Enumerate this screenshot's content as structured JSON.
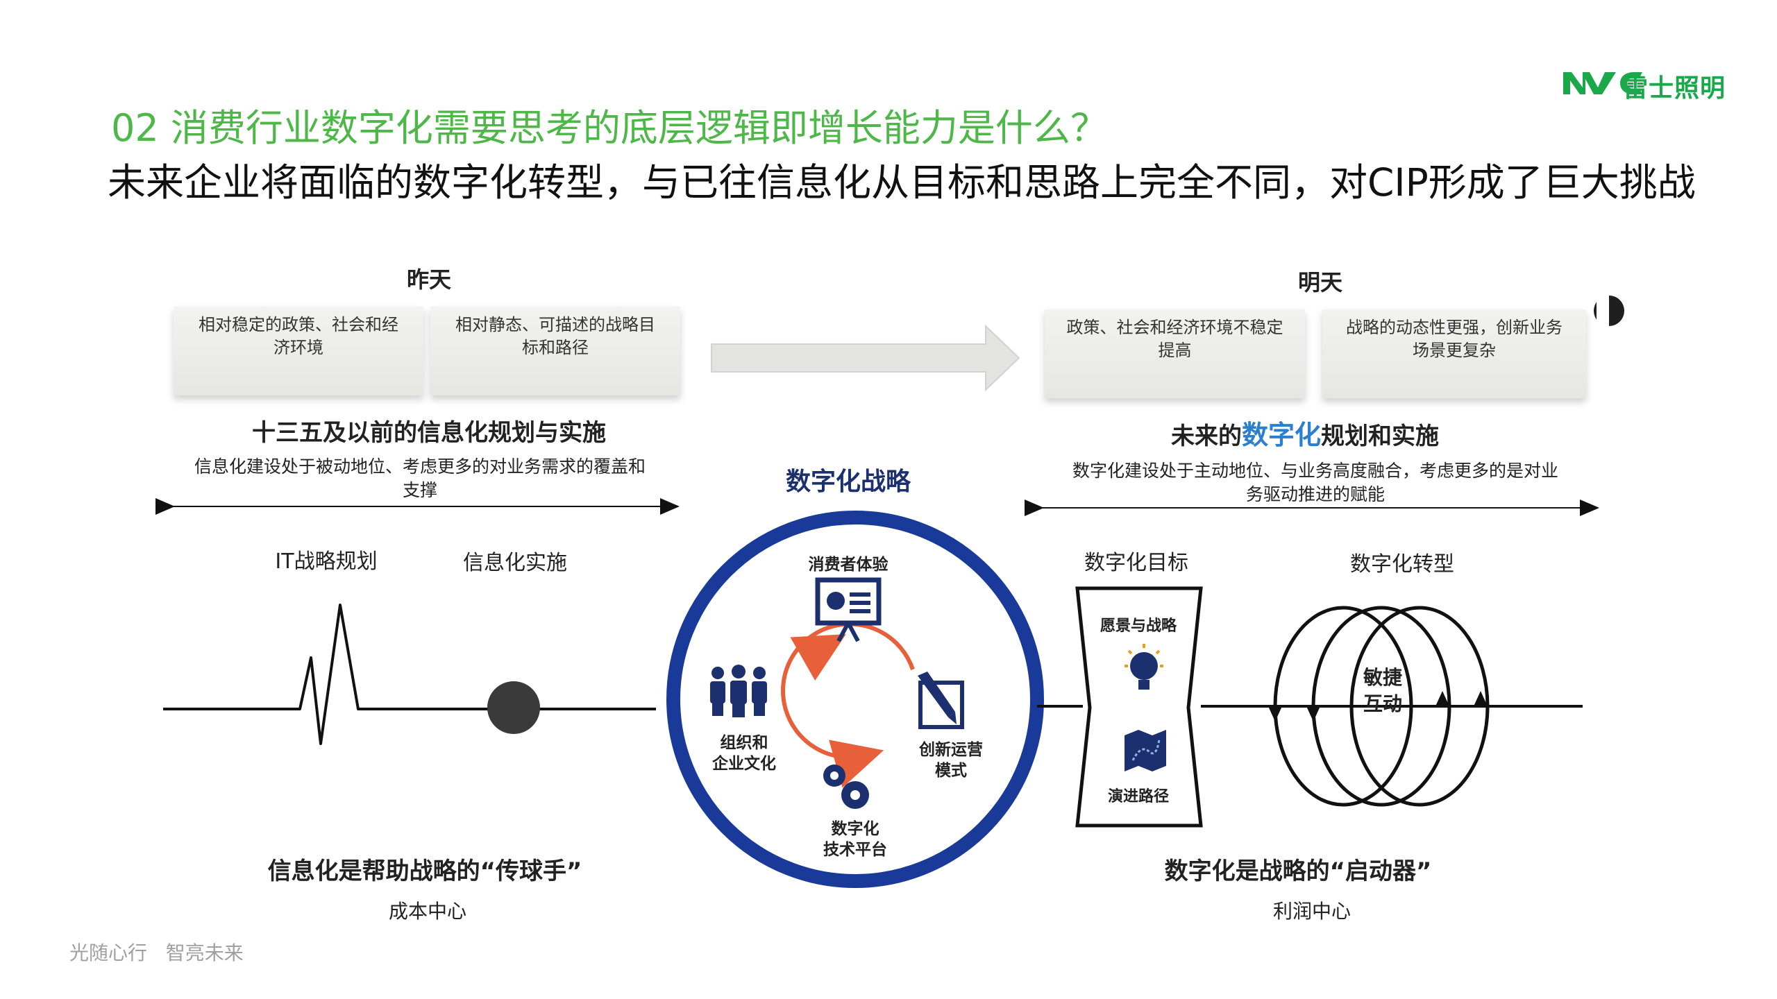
{
  "brand": {
    "logo_text": "雷士照明",
    "slogan": "光随心行   智亮未来"
  },
  "header": {
    "title": "02 消费行业数字化需要思考的底层逻辑即增长能力是什么？",
    "subtitle": "未来企业将面临的数字化转型，与已往信息化从目标和思路上完全不同，对CIP形成了巨大挑战"
  },
  "yesterday": {
    "label": "昨天",
    "box1": [
      "相对稳定的政策、社会和经",
      "济环境"
    ],
    "box2": [
      "相对静态、可描述的战略目",
      "标和路径"
    ],
    "heading": "十三五及以前的信息化规划与实施",
    "desc": [
      "信息化建设处于被动地位、考虑更多的对业务需求的覆盖和",
      "支撑"
    ],
    "it_label": "IT战略规划",
    "impl_label": "信息化实施",
    "bottom_title": "信息化是帮助战略的“传球手”",
    "bottom_sub": "成本中心"
  },
  "tomorrow": {
    "label": "明天",
    "box1": [
      "政策、社会和经济环境不稳定",
      "提高"
    ],
    "box2": [
      "战略的动态性更强，创新业务",
      "场景更复杂"
    ],
    "heading_pre": "未来的",
    "heading_hi": "数字化",
    "heading_post": "规划和实施",
    "desc": [
      "数字化建设处于主动地位、与业务高度融合，考虑更多的是对业",
      "务驱动推进的赋能"
    ],
    "goal_label": "数字化目标",
    "transform_label": "数字化转型",
    "vision_label": "愿景与战略",
    "path_label": "演进路径",
    "agile": [
      "敏捷",
      "互动"
    ],
    "bottom_title": "数字化是战略的“启动器”",
    "bottom_sub": "利润中心"
  },
  "center": {
    "title": "数字化战略",
    "consumer": "消费者体验",
    "org": [
      "组织和",
      "企业文化"
    ],
    "ops": [
      "创新运营",
      "模式"
    ],
    "tech": [
      "数字化",
      "技术平台"
    ]
  },
  "colors": {
    "green": "#4db848",
    "blue": "#1a3a9a",
    "orange": "#e8603a",
    "navy": "#1c2f6e"
  }
}
